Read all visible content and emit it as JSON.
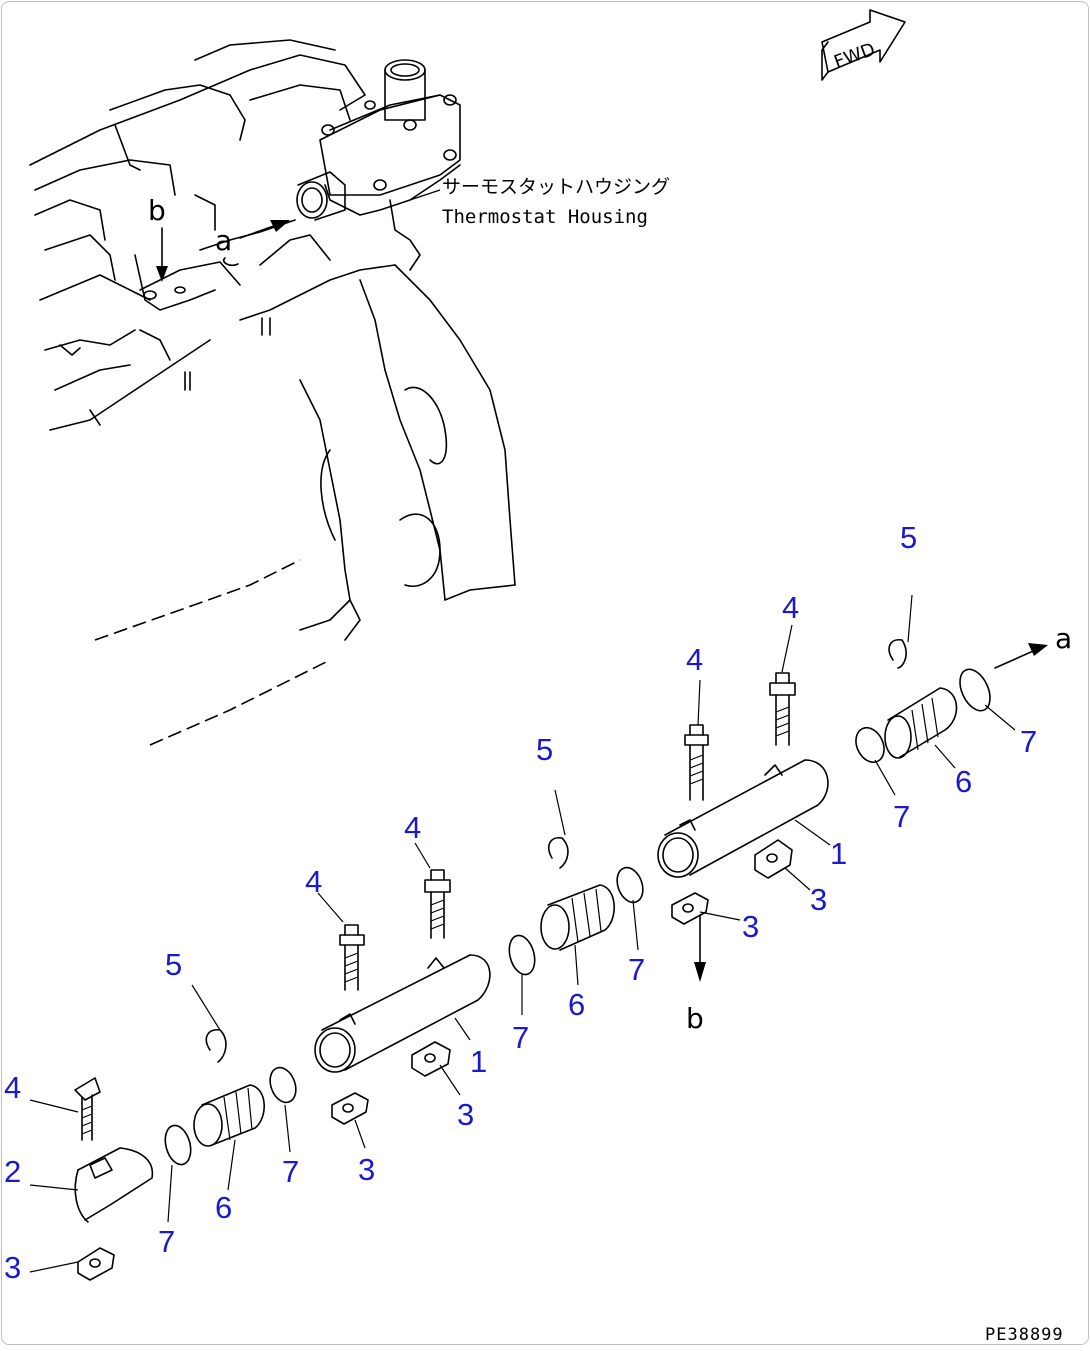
{
  "fwd_label": "FWD",
  "housing_label_jp": "サーモスタットハウジング",
  "housing_label_en": "Thermostat Housing",
  "callout_a": "a",
  "callout_b": "b",
  "drawing_code": "PE38899",
  "part_numbers": [
    "1",
    "2",
    "3",
    "4",
    "5",
    "6",
    "7"
  ],
  "colors": {
    "part_number": "#1a1acc",
    "line": "#000000"
  }
}
